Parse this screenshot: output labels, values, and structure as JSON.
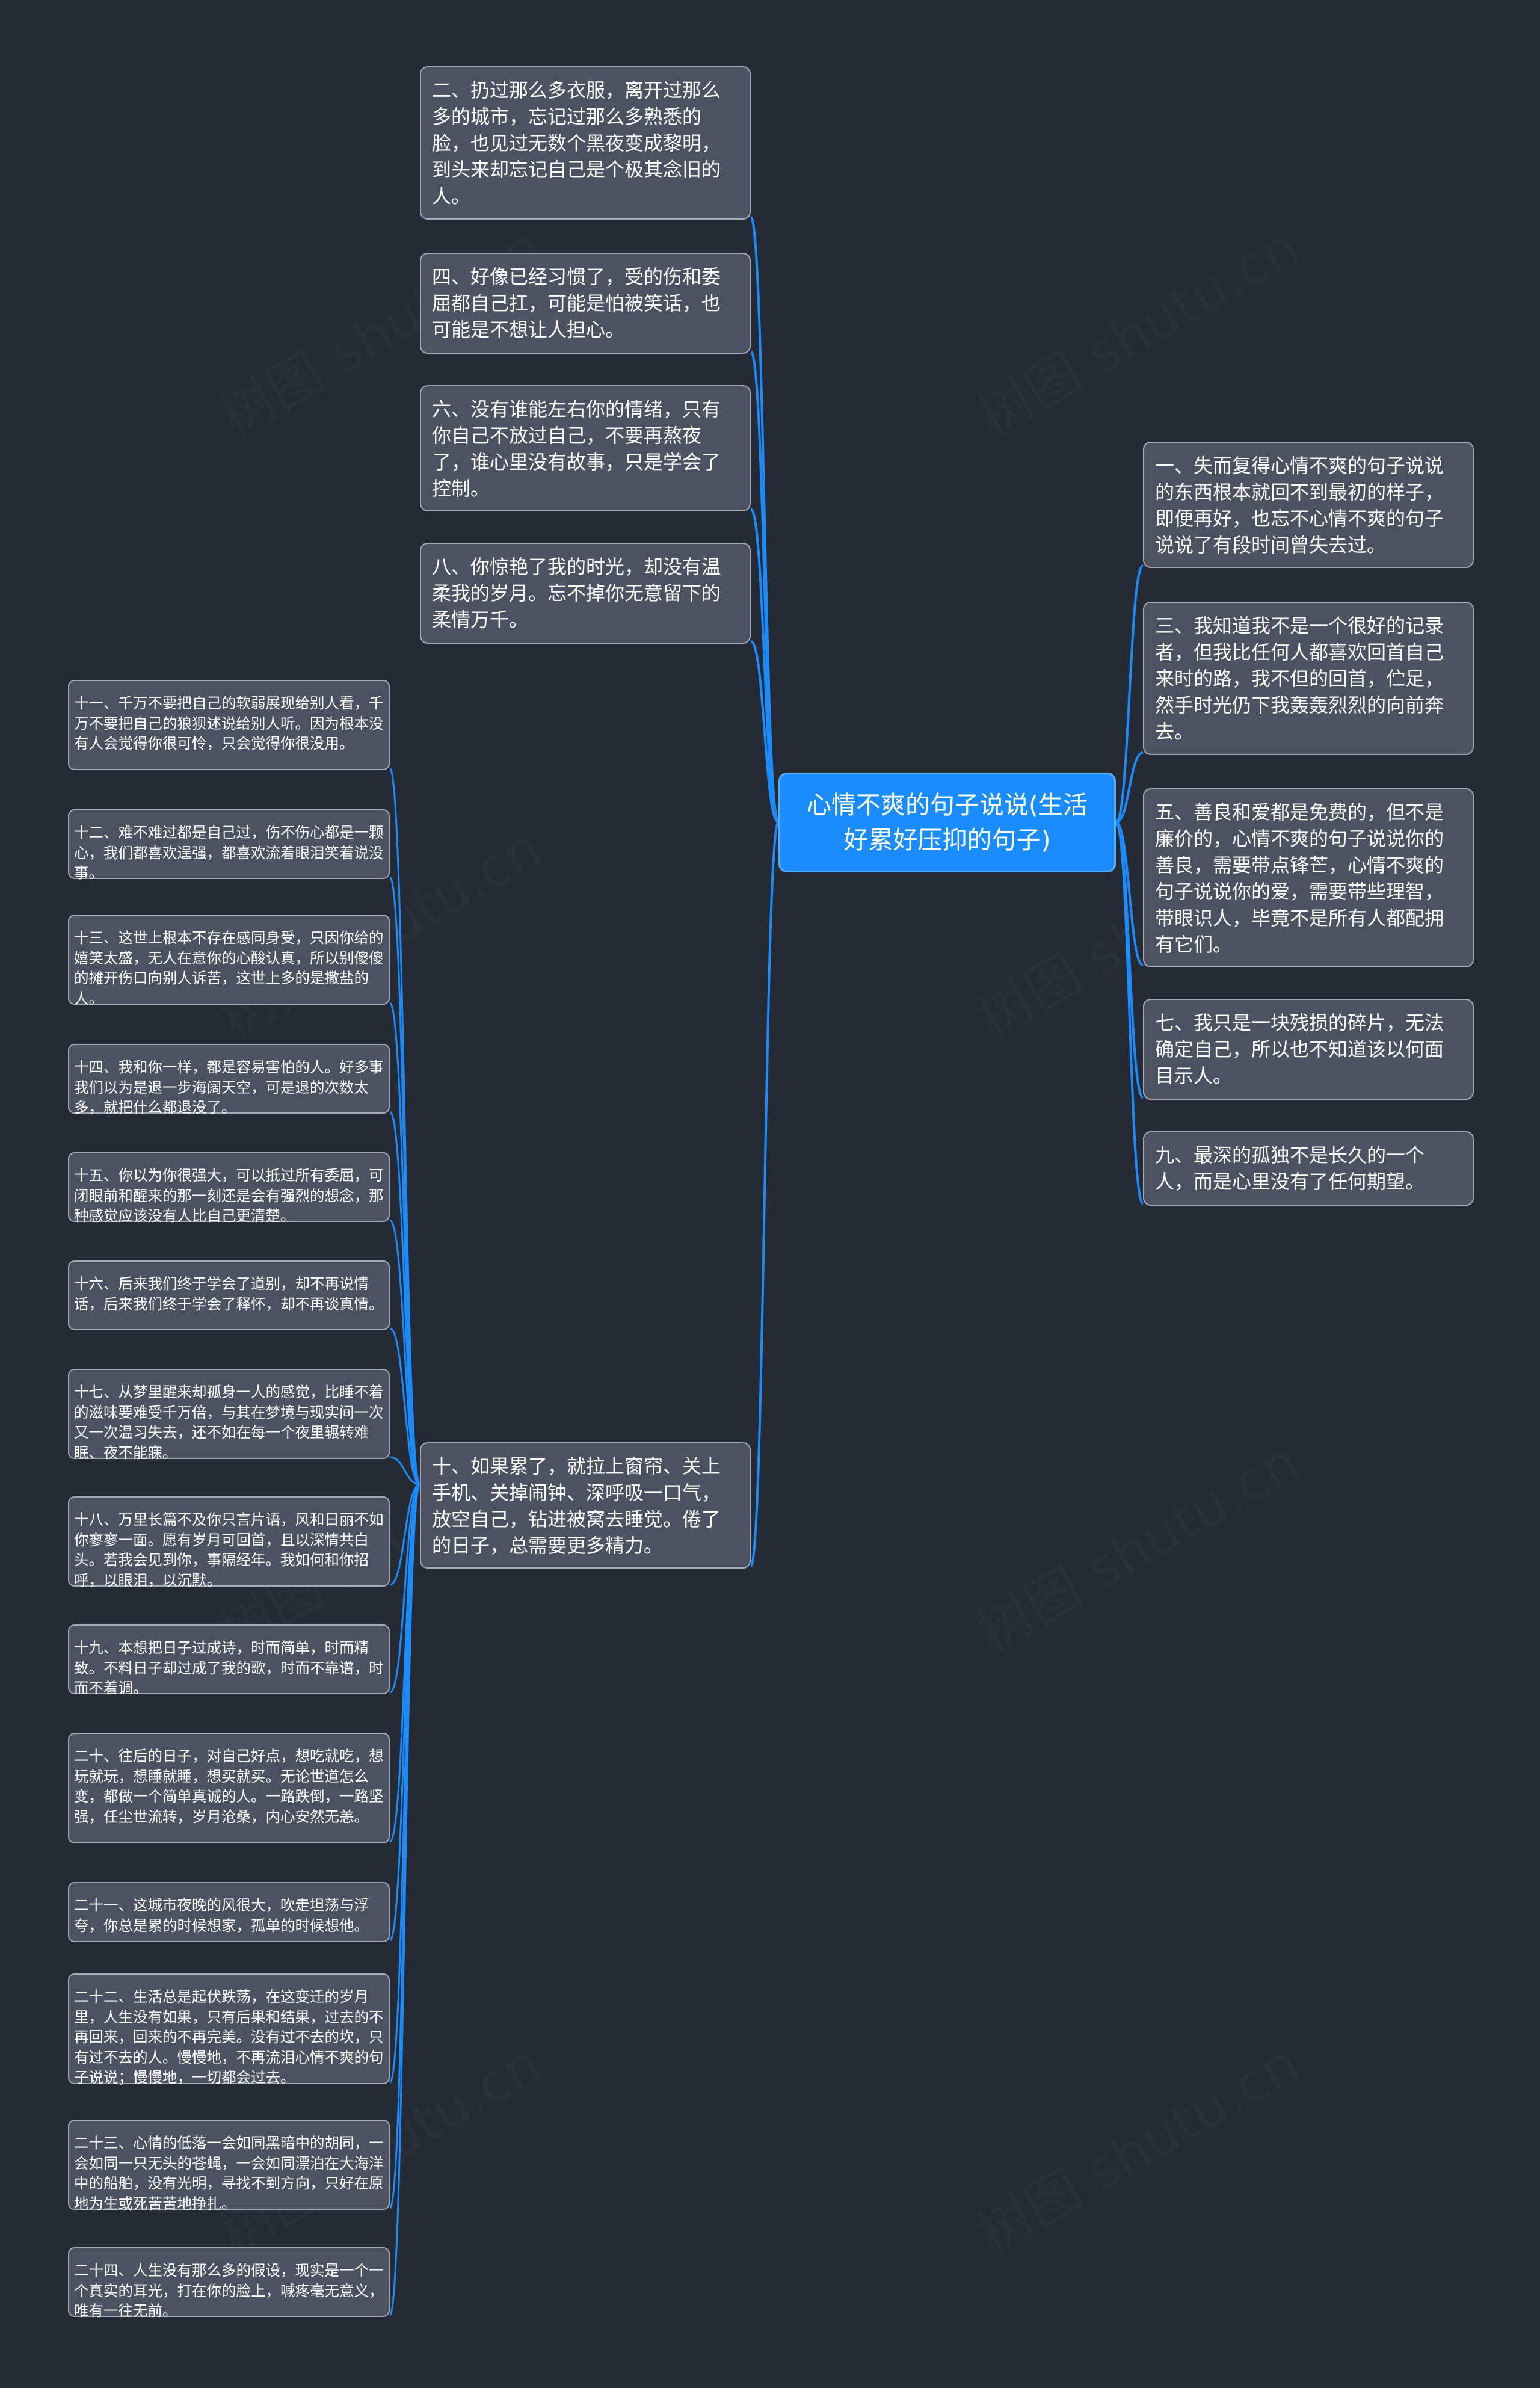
{
  "root": {
    "title": "心情不爽的句子说说(生活好累好压抑的句子)"
  },
  "right": [
    {
      "text": "一、失而复得心情不爽的句子说说的东西根本就回不到最初的样子，即便再好，也忘不心情不爽的句子说说了有段时间曾失去过。"
    },
    {
      "text": "三、我知道我不是一个很好的记录者，但我比任何人都喜欢回首自己来时的路，我不但的回首，伫足，然手时光仍下我轰轰烈烈的向前奔去。"
    },
    {
      "text": "五、善良和爱都是免费的，但不是廉价的，心情不爽的句子说说你的善良，需要带点锋芒，心情不爽的句子说说你的爱，需要带些理智，带眼识人，毕竟不是所有人都配拥有它们。"
    },
    {
      "text": "七、我只是一块残损的碎片，无法确定自己，所以也不知道该以何面目示人。"
    },
    {
      "text": "九、最深的孤独不是长久的一个人，而是心里没有了任何期望。"
    }
  ],
  "left": [
    {
      "text": "二、扔过那么多衣服，离开过那么多的城市，忘记过那么多熟悉的脸，也见过无数个黑夜变成黎明，到头来却忘记自己是个极其念旧的人。"
    },
    {
      "text": "四、好像已经习惯了，受的伤和委屈都自己扛，可能是怕被笑话，也可能是不想让人担心。"
    },
    {
      "text": "六、没有谁能左右你的情绪，只有你自己不放过自己，不要再熬夜了，谁心里没有故事，只是学会了控制。"
    },
    {
      "text": "八、你惊艳了我的时光，却没有温柔我的岁月。忘不掉你无意留下的柔情万千。"
    },
    {
      "text": "十、如果累了，就拉上窗帘、关上手机、关掉闹钟、深呼吸一口气，放空自己，钻进被窝去睡觉。倦了的日子，总需要更多精力。"
    }
  ],
  "sub": [
    {
      "text": "十一、千万不要把自己的软弱展现给别人看，千万不要把自己的狼狈述说给别人听。因为根本没有人会觉得你很可怜，只会觉得你很没用。"
    },
    {
      "text": "十二、难不难过都是自己过，伤不伤心都是一颗心，我们都喜欢逞强，都喜欢流着眼泪笑着说没事。"
    },
    {
      "text": "十三、这世上根本不存在感同身受，只因你给的嬉笑太盛，无人在意你的心酸认真，所以别傻傻的摊开伤口向别人诉苦，这世上多的是撒盐的人。"
    },
    {
      "text": "十四、我和你一样，都是容易害怕的人。好多事我们以为是退一步海阔天空，可是退的次数太多，就把什么都退没了。"
    },
    {
      "text": "十五、你以为你很强大，可以抵过所有委屈，可闭眼前和醒来的那一刻还是会有强烈的想念，那种感觉应该没有人比自己更清楚。"
    },
    {
      "text": "十六、后来我们终于学会了道别，却不再说情话，后来我们终于学会了释怀，却不再谈真情。"
    },
    {
      "text": "十七、从梦里醒来却孤身一人的感觉，比睡不着的滋味要难受千万倍，与其在梦境与现实间一次又一次温习失去，还不如在每一个夜里辗转难眠、夜不能寐。"
    },
    {
      "text": "十八、万里长篇不及你只言片语，风和日丽不如你寥寥一面。愿有岁月可回首，且以深情共白头。若我会见到你，事隔经年。我如何和你招呼，以眼泪，以沉默。"
    },
    {
      "text": "十九、本想把日子过成诗，时而简单，时而精致。不料日子却过成了我的歌，时而不靠谱，时而不着调。"
    },
    {
      "text": "二十、往后的日子，对自己好点，想吃就吃，想玩就玩，想睡就睡，想买就买。无论世道怎么变，都做一个简单真诚的人。一路跌倒，一路坚强，任尘世流转，岁月沧桑，内心安然无恙。"
    },
    {
      "text": "二十一、这城市夜晚的风很大，吹走坦荡与浮夸，你总是累的时候想家，孤单的时候想他。"
    },
    {
      "text": "二十二、生活总是起伏跌荡，在这变迁的岁月里，人生没有如果，只有后果和结果，过去的不再回来，回来的不再完美。没有过不去的坎，只有过不去的人。慢慢地，不再流泪心情不爽的句子说说；慢慢地，一切都会过去。"
    },
    {
      "text": "二十三、心情的低落一会如同黑暗中的胡同，一会如同一只无头的苍蝇，一会如同漂泊在大海洋中的船舶，没有光明，寻找不到方向，只好在原地为生或死苦苦地挣扎。"
    },
    {
      "text": "二十四、人生没有那么多的假设，现实是一个一个真实的耳光，打在你的脸上，喊疼毫无意义，唯有一往无前。"
    }
  ],
  "watermark": "树图 shutu.cn",
  "colors": {
    "background": "#262a35",
    "root": "#1a8cff",
    "node": "#4c5261",
    "node_border": "#a3a9b5",
    "link": "#1a8cff"
  }
}
